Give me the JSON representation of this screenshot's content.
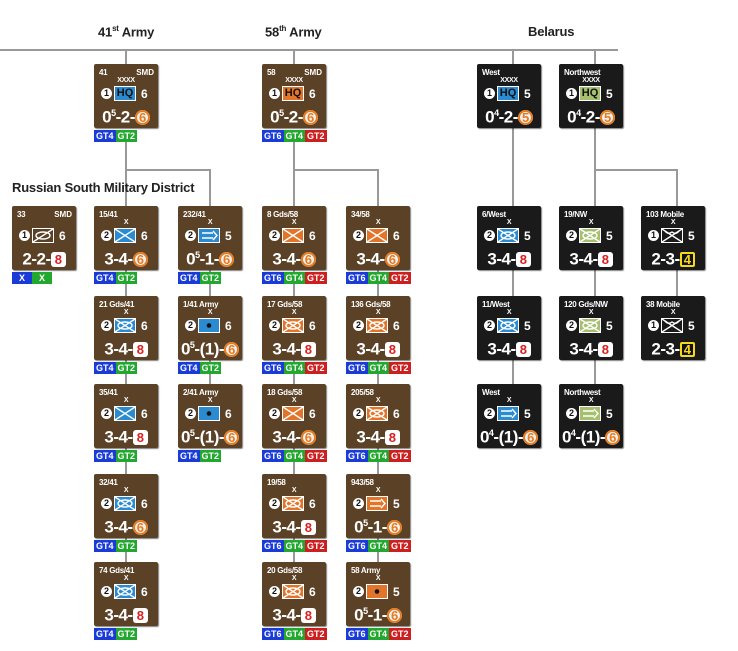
{
  "headers": {
    "army41": "41",
    "army41_sup": "st",
    "army41_rest": " Army",
    "army58": "58",
    "army58_sup": "th",
    "army58_rest": " Army",
    "belarus": "Belarus",
    "south": "Russian South Military District"
  },
  "colors": {
    "brown": "#5b4126",
    "black": "#1a1a1a",
    "infantry_blue": "#2b8bd1",
    "infantry_orange": "#e2752a",
    "infantry_green": "#a6c070",
    "line": "#999999"
  },
  "counters": [
    {
      "id": "41smd",
      "name": "41",
      "hq": "SMD",
      "size": "XXXX",
      "step": "1",
      "sym": "hq",
      "sym_text": "HQ",
      "symColor": "#2b8bd1",
      "move": "6",
      "a": "0",
      "a_sup": "5",
      "b": "2",
      "c": "6",
      "badge": "orange",
      "bg": "brown",
      "gts": [
        {
          "t": "GT4",
          "c": "b"
        },
        {
          "t": "GT2",
          "c": "g"
        }
      ]
    },
    {
      "id": "58smd",
      "name": "58",
      "hq": "SMD",
      "size": "XXXX",
      "step": "1",
      "sym": "hq",
      "sym_text": "HQ",
      "symColor": "#e2752a",
      "move": "6",
      "a": "0",
      "a_sup": "5",
      "b": "2",
      "c": "6",
      "badge": "orange",
      "bg": "brown",
      "gts": [
        {
          "t": "GT6",
          "c": "b"
        },
        {
          "t": "GT4",
          "c": "g"
        },
        {
          "t": "GT2",
          "c": "r"
        }
      ]
    },
    {
      "id": "west",
      "name": "West",
      "hq": "",
      "size": "XXXX",
      "step": "1",
      "sym": "hq",
      "sym_text": "HQ",
      "symColor": "#2b8bd1",
      "move": "5",
      "a": "0",
      "a_sup": "4",
      "b": "2",
      "c": "5",
      "badge": "orange",
      "bg": "black",
      "gts": []
    },
    {
      "id": "northwest",
      "name": "Northwest",
      "hq": "",
      "size": "XXXX",
      "step": "1",
      "sym": "hq",
      "sym_text": "HQ",
      "symColor": "#a6c070",
      "move": "5",
      "a": "0",
      "a_sup": "4",
      "b": "2",
      "c": "5",
      "badge": "orange",
      "bg": "black",
      "gts": []
    },
    {
      "id": "33smd",
      "name": "33",
      "hq": "SMD",
      "size": "",
      "step": "1",
      "sym": "recon",
      "sym_text": "",
      "symColor": "#5b4126",
      "move": "6",
      "a": "2",
      "a_sup": "",
      "b": "2",
      "c": "8",
      "badge": "red",
      "bg": "brown",
      "gts": [
        {
          "t": "X",
          "c": "b"
        },
        {
          "t": "X",
          "c": "g"
        }
      ]
    },
    {
      "id": "15-41",
      "name": "15/41",
      "hq": "",
      "size": "X",
      "step": "2",
      "sym": "mech",
      "sym_text": "",
      "symColor": "#2b8bd1",
      "move": "6",
      "a": "3",
      "a_sup": "",
      "b": "4",
      "c": "6",
      "badge": "orange",
      "bg": "brown",
      "gts": [
        {
          "t": "GT4",
          "c": "b"
        },
        {
          "t": "GT2",
          "c": "g"
        }
      ]
    },
    {
      "id": "232-41",
      "name": "232/41",
      "hq": "",
      "size": "X",
      "step": "2",
      "sym": "arty",
      "sym_text": "",
      "symColor": "#2b8bd1",
      "move": "5",
      "a": "0",
      "a_sup": "5",
      "b": "1",
      "c": "6",
      "badge": "orange",
      "bg": "brown",
      "gts": [
        {
          "t": "GT4",
          "c": "b"
        },
        {
          "t": "GT2",
          "c": "g"
        }
      ]
    },
    {
      "id": "21gds41",
      "name": "21 Gds/41",
      "hq": "",
      "size": "X",
      "step": "2",
      "sym": "armor",
      "sym_text": "",
      "symColor": "#2b8bd1",
      "move": "6",
      "a": "3",
      "a_sup": "",
      "b": "4",
      "c": "8",
      "badge": "red",
      "bg": "brown",
      "gts": [
        {
          "t": "GT4",
          "c": "b"
        },
        {
          "t": "GT2",
          "c": "g"
        }
      ]
    },
    {
      "id": "1-41army",
      "name": "1/41 Army",
      "hq": "",
      "size": "X",
      "step": "2",
      "sym": "dot",
      "sym_text": "",
      "symColor": "#2b8bd1",
      "move": "6",
      "a": "0",
      "a_sup": "5",
      "b": "(1)",
      "c": "6",
      "badge": "orange",
      "bg": "brown",
      "gts": [
        {
          "t": "GT4",
          "c": "b"
        },
        {
          "t": "GT2",
          "c": "g"
        }
      ]
    },
    {
      "id": "35-41",
      "name": "35/41",
      "hq": "",
      "size": "X",
      "step": "2",
      "sym": "mech",
      "sym_text": "",
      "symColor": "#2b8bd1",
      "move": "6",
      "a": "3",
      "a_sup": "",
      "b": "4",
      "c": "8",
      "badge": "red",
      "bg": "brown",
      "gts": [
        {
          "t": "GT4",
          "c": "b"
        },
        {
          "t": "GT2",
          "c": "g"
        }
      ]
    },
    {
      "id": "2-41army",
      "name": "2/41 Army",
      "hq": "",
      "size": "X",
      "step": "2",
      "sym": "dot",
      "sym_text": "",
      "symColor": "#2b8bd1",
      "move": "6",
      "a": "0",
      "a_sup": "5",
      "b": "(1)",
      "c": "6",
      "badge": "orange",
      "bg": "brown",
      "gts": [
        {
          "t": "GT4",
          "c": "b"
        },
        {
          "t": "GT2",
          "c": "g"
        }
      ]
    },
    {
      "id": "32-41",
      "name": "32/41",
      "hq": "",
      "size": "X",
      "step": "2",
      "sym": "armor",
      "sym_text": "",
      "symColor": "#2b8bd1",
      "move": "6",
      "a": "3",
      "a_sup": "",
      "b": "4",
      "c": "6",
      "badge": "orange",
      "bg": "brown",
      "gts": [
        {
          "t": "GT4",
          "c": "b"
        },
        {
          "t": "GT2",
          "c": "g"
        }
      ]
    },
    {
      "id": "74gds41",
      "name": "74 Gds/41",
      "hq": "",
      "size": "X",
      "step": "2",
      "sym": "armor",
      "sym_text": "",
      "symColor": "#2b8bd1",
      "move": "6",
      "a": "3",
      "a_sup": "",
      "b": "4",
      "c": "8",
      "badge": "red",
      "bg": "brown",
      "gts": [
        {
          "t": "GT4",
          "c": "b"
        },
        {
          "t": "GT2",
          "c": "g"
        }
      ]
    },
    {
      "id": "8gds58",
      "name": "8 Gds/58",
      "hq": "",
      "size": "X",
      "step": "2",
      "sym": "mech",
      "sym_text": "",
      "symColor": "#e2752a",
      "move": "6",
      "a": "3",
      "a_sup": "",
      "b": "4",
      "c": "6",
      "badge": "orange",
      "bg": "brown",
      "gts": [
        {
          "t": "GT6",
          "c": "b"
        },
        {
          "t": "GT4",
          "c": "g"
        },
        {
          "t": "GT2",
          "c": "r"
        }
      ]
    },
    {
      "id": "34-58",
      "name": "34/58",
      "hq": "",
      "size": "X",
      "step": "2",
      "sym": "mech",
      "sym_text": "",
      "symColor": "#e2752a",
      "move": "6",
      "a": "3",
      "a_sup": "",
      "b": "4",
      "c": "6",
      "badge": "orange",
      "bg": "brown",
      "gts": [
        {
          "t": "GT6",
          "c": "b"
        },
        {
          "t": "GT4",
          "c": "g"
        },
        {
          "t": "GT2",
          "c": "r"
        }
      ]
    },
    {
      "id": "17gds58",
      "name": "17 Gds/58",
      "hq": "",
      "size": "X",
      "step": "2",
      "sym": "armor",
      "sym_text": "",
      "symColor": "#e2752a",
      "move": "6",
      "a": "3",
      "a_sup": "",
      "b": "4",
      "c": "8",
      "badge": "red",
      "bg": "brown",
      "gts": [
        {
          "t": "GT6",
          "c": "b"
        },
        {
          "t": "GT4",
          "c": "g"
        },
        {
          "t": "GT2",
          "c": "r"
        }
      ]
    },
    {
      "id": "136gds58",
      "name": "136 Gds/58",
      "hq": "",
      "size": "X",
      "step": "2",
      "sym": "armor",
      "sym_text": "",
      "symColor": "#e2752a",
      "move": "6",
      "a": "3",
      "a_sup": "",
      "b": "4",
      "c": "8",
      "badge": "red",
      "bg": "brown",
      "gts": [
        {
          "t": "GT6",
          "c": "b"
        },
        {
          "t": "GT4",
          "c": "g"
        },
        {
          "t": "GT2",
          "c": "r"
        }
      ]
    },
    {
      "id": "18gds58",
      "name": "18 Gds/58",
      "hq": "",
      "size": "X",
      "step": "2",
      "sym": "mech",
      "sym_text": "",
      "symColor": "#e2752a",
      "move": "6",
      "a": "3",
      "a_sup": "",
      "b": "4",
      "c": "6",
      "badge": "orange",
      "bg": "brown",
      "gts": [
        {
          "t": "GT6",
          "c": "b"
        },
        {
          "t": "GT4",
          "c": "g"
        },
        {
          "t": "GT2",
          "c": "r"
        }
      ]
    },
    {
      "id": "205-58",
      "name": "205/58",
      "hq": "",
      "size": "X",
      "step": "2",
      "sym": "armor",
      "sym_text": "",
      "symColor": "#e2752a",
      "move": "6",
      "a": "3",
      "a_sup": "",
      "b": "4",
      "c": "8",
      "badge": "red",
      "bg": "brown",
      "gts": [
        {
          "t": "GT6",
          "c": "b"
        },
        {
          "t": "GT4",
          "c": "g"
        },
        {
          "t": "GT2",
          "c": "r"
        }
      ]
    },
    {
      "id": "19-58",
      "name": "19/58",
      "hq": "",
      "size": "X",
      "step": "2",
      "sym": "armor",
      "sym_text": "",
      "symColor": "#e2752a",
      "move": "6",
      "a": "3",
      "a_sup": "",
      "b": "4",
      "c": "8",
      "badge": "red",
      "bg": "brown",
      "gts": [
        {
          "t": "GT6",
          "c": "b"
        },
        {
          "t": "GT4",
          "c": "g"
        },
        {
          "t": "GT2",
          "c": "r"
        }
      ]
    },
    {
      "id": "943-58",
      "name": "943/58",
      "hq": "",
      "size": "X",
      "step": "2",
      "sym": "arty",
      "sym_text": "",
      "symColor": "#e2752a",
      "move": "5",
      "a": "0",
      "a_sup": "5",
      "b": "1",
      "c": "6",
      "badge": "orange",
      "bg": "brown",
      "gts": [
        {
          "t": "GT6",
          "c": "b"
        },
        {
          "t": "GT4",
          "c": "g"
        },
        {
          "t": "GT2",
          "c": "r"
        }
      ]
    },
    {
      "id": "20gds58",
      "name": "20 Gds/58",
      "hq": "",
      "size": "X",
      "step": "2",
      "sym": "armor",
      "sym_text": "",
      "symColor": "#e2752a",
      "move": "6",
      "a": "3",
      "a_sup": "",
      "b": "4",
      "c": "8",
      "badge": "red",
      "bg": "brown",
      "gts": [
        {
          "t": "GT6",
          "c": "b"
        },
        {
          "t": "GT4",
          "c": "g"
        },
        {
          "t": "GT2",
          "c": "r"
        }
      ]
    },
    {
      "id": "58army",
      "name": "58 Army",
      "hq": "",
      "size": "X",
      "step": "2",
      "sym": "dot",
      "sym_text": "",
      "symColor": "#e2752a",
      "move": "5",
      "a": "0",
      "a_sup": "5",
      "b": "1",
      "c": "6",
      "badge": "orange",
      "bg": "brown",
      "gts": [
        {
          "t": "GT6",
          "c": "b"
        },
        {
          "t": "GT4",
          "c": "g"
        },
        {
          "t": "GT2",
          "c": "r"
        }
      ]
    },
    {
      "id": "6west",
      "name": "6/West",
      "hq": "",
      "size": "X",
      "step": "2",
      "sym": "armor",
      "sym_text": "",
      "symColor": "#2b8bd1",
      "move": "5",
      "a": "3",
      "a_sup": "",
      "b": "4",
      "c": "8",
      "badge": "red",
      "bg": "black",
      "gts": []
    },
    {
      "id": "19nw",
      "name": "19/NW",
      "hq": "",
      "size": "X",
      "step": "2",
      "sym": "armor",
      "sym_text": "",
      "symColor": "#a6c070",
      "move": "5",
      "a": "3",
      "a_sup": "",
      "b": "4",
      "c": "8",
      "badge": "red",
      "bg": "black",
      "gts": []
    },
    {
      "id": "103mobile",
      "name": "103 Mobile",
      "hq": "",
      "size": "X",
      "step": "1",
      "sym": "airmobile",
      "sym_text": "",
      "symColor": "#1a1a1a",
      "move": "5",
      "a": "2",
      "a_sup": "",
      "b": "3",
      "c": "4",
      "badge": "yellow",
      "bg": "black",
      "gts": []
    },
    {
      "id": "11west",
      "name": "11/West",
      "hq": "",
      "size": "X",
      "step": "2",
      "sym": "armor",
      "sym_text": "",
      "symColor": "#2b8bd1",
      "move": "5",
      "a": "3",
      "a_sup": "",
      "b": "4",
      "c": "8",
      "badge": "red",
      "bg": "black",
      "gts": []
    },
    {
      "id": "120gdsnw",
      "name": "120 Gds/NW",
      "hq": "",
      "size": "X",
      "step": "2",
      "sym": "armor",
      "sym_text": "",
      "symColor": "#a6c070",
      "move": "5",
      "a": "3",
      "a_sup": "",
      "b": "4",
      "c": "8",
      "badge": "red",
      "bg": "black",
      "gts": []
    },
    {
      "id": "38mobile",
      "name": "38 Mobile",
      "hq": "",
      "size": "X",
      "step": "1",
      "sym": "airmobile",
      "sym_text": "",
      "symColor": "#1a1a1a",
      "move": "5",
      "a": "2",
      "a_sup": "",
      "b": "3",
      "c": "4",
      "badge": "yellow",
      "bg": "black",
      "gts": []
    },
    {
      "id": "westarty",
      "name": "West",
      "hq": "",
      "size": "X",
      "step": "2",
      "sym": "arty",
      "sym_text": "",
      "symColor": "#2b8bd1",
      "move": "5",
      "a": "0",
      "a_sup": "4",
      "b": "(1)",
      "c": "6",
      "badge": "orange",
      "bg": "black",
      "gts": []
    },
    {
      "id": "nwarty",
      "name": "Northwest",
      "hq": "",
      "size": "X",
      "step": "2",
      "sym": "arty",
      "sym_text": "",
      "symColor": "#a6c070",
      "move": "5",
      "a": "0",
      "a_sup": "4",
      "b": "(1)",
      "c": "6",
      "badge": "orange",
      "bg": "black",
      "gts": []
    }
  ]
}
